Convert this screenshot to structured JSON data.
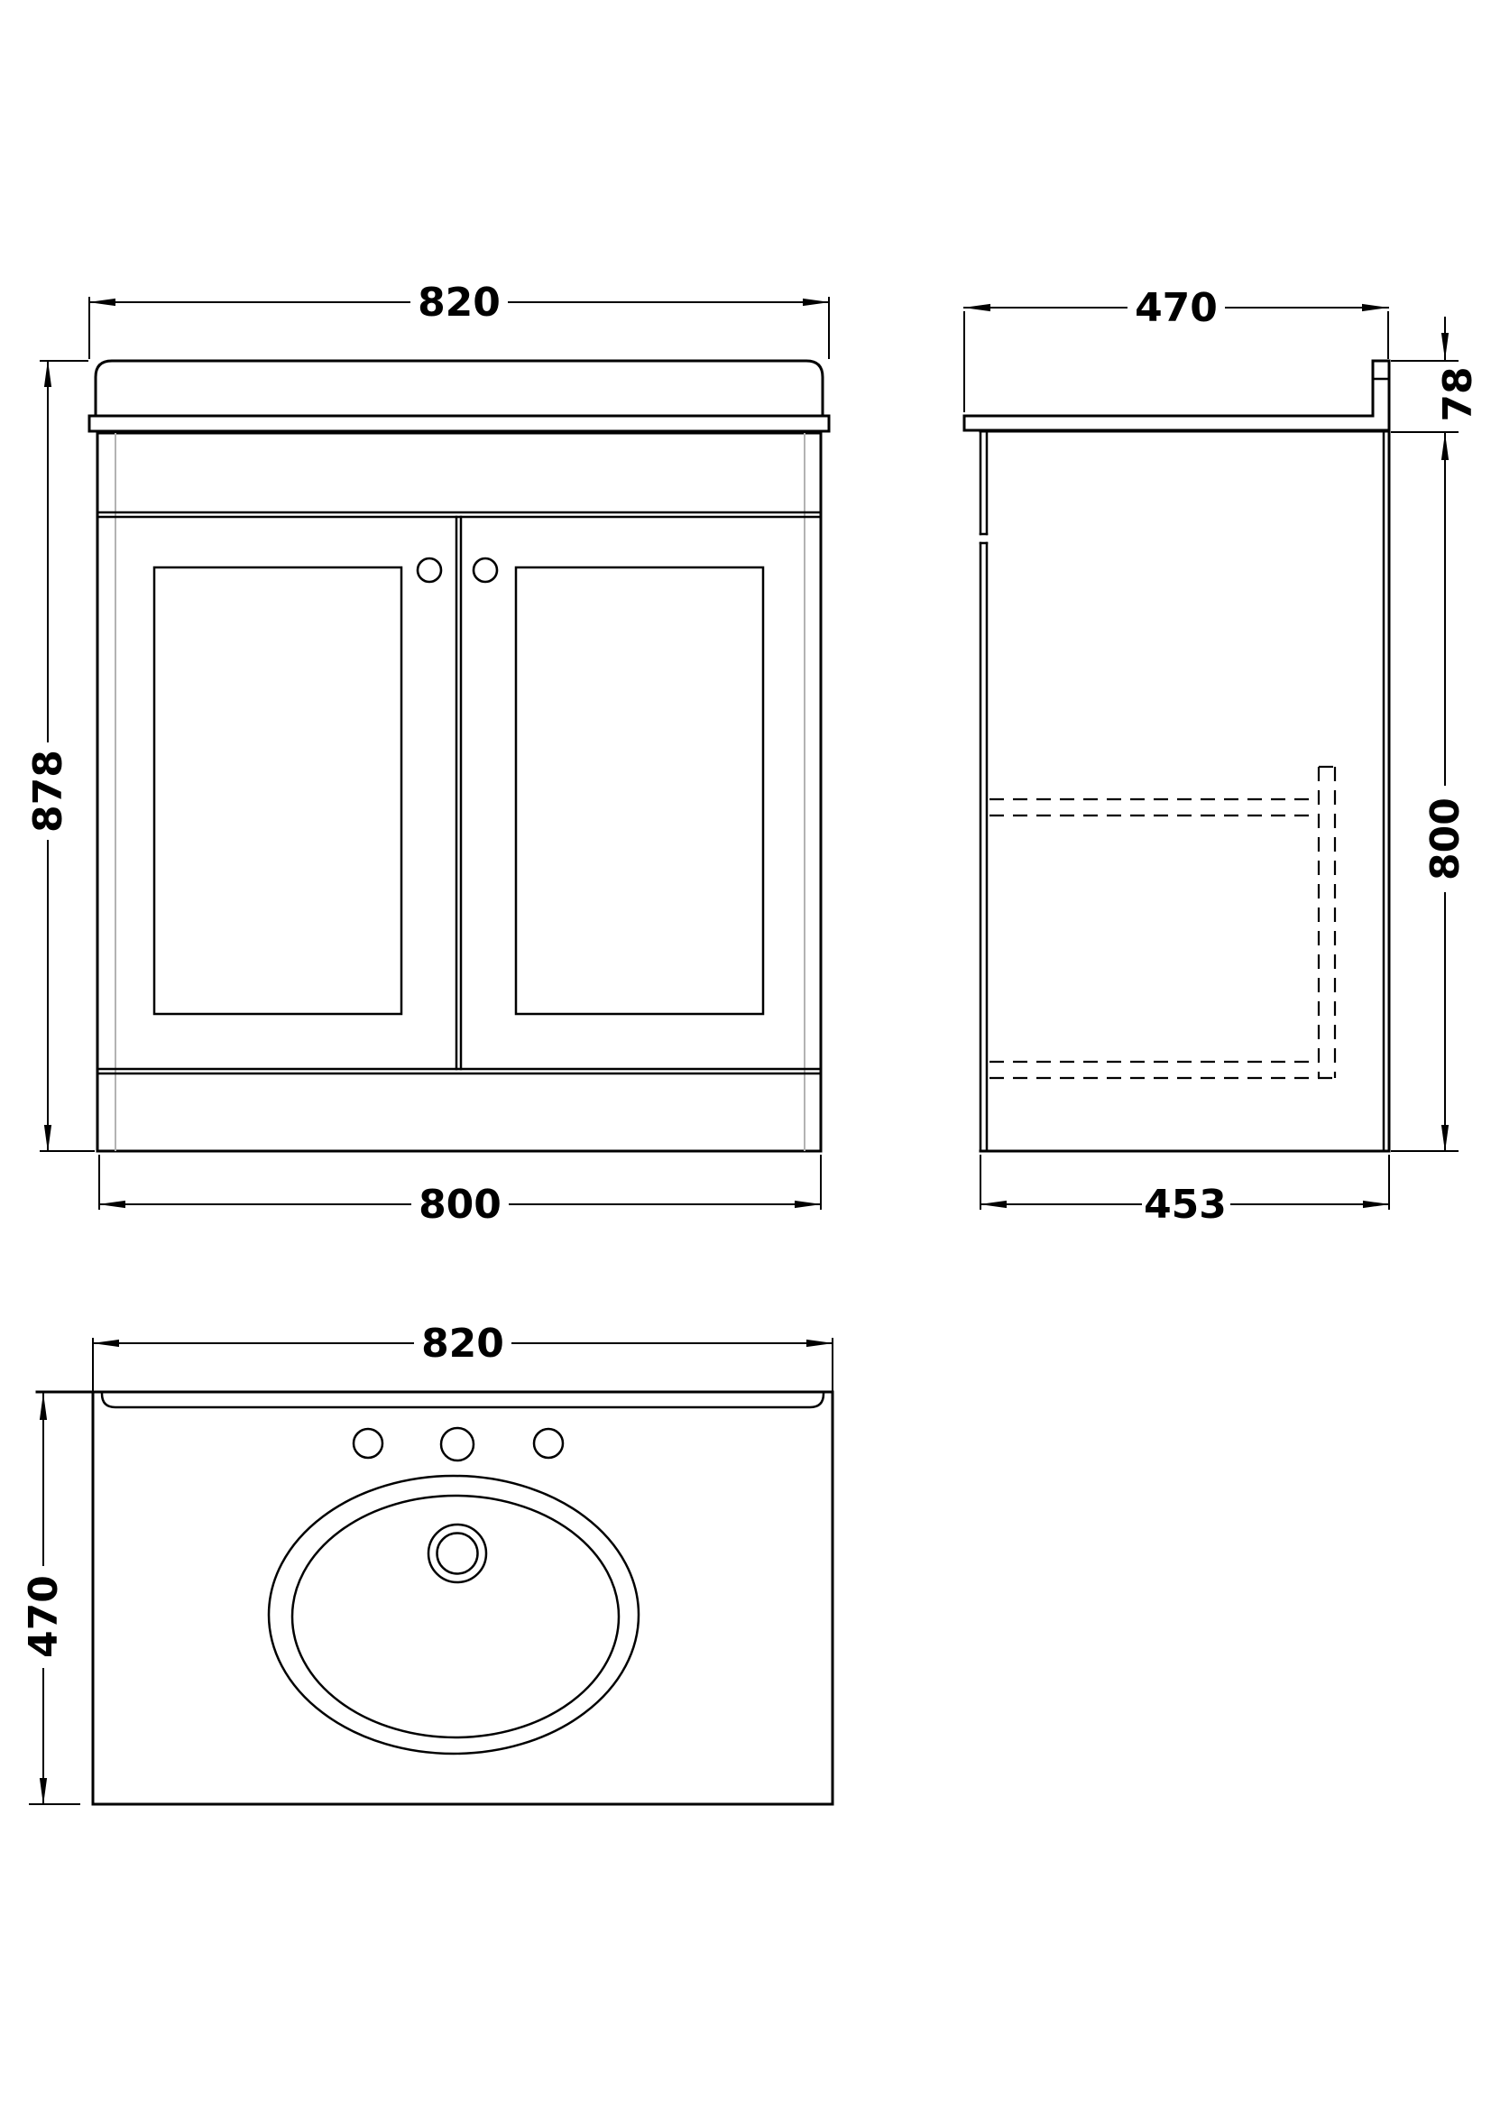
{
  "drawing": {
    "type": "technical-orthographic-drawing",
    "subject": "bathroom vanity unit with basin",
    "background_color": "#ffffff",
    "line_color": "#000000",
    "construction_line_color": "#b3b3b3"
  },
  "views": {
    "front_elevation": {
      "doors": 2,
      "knobs": 2,
      "dimensions": {
        "width_top": "820",
        "height": "878",
        "width_bottom": "800"
      }
    },
    "side_elevation": {
      "dimensions": {
        "depth_top": "470",
        "counter_thickness": "78",
        "cabinet_height": "800",
        "depth_bottom": "453"
      }
    },
    "plan_view": {
      "tap_holes": 3,
      "dimensions": {
        "width": "820",
        "depth": "470"
      }
    }
  }
}
